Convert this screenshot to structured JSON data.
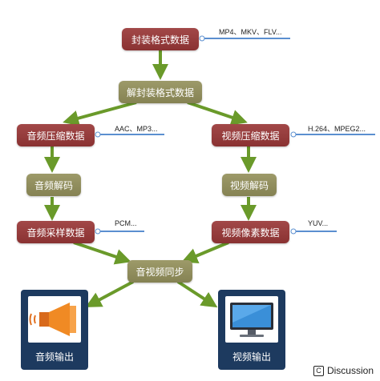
{
  "nodes": {
    "container": "封装格式数据",
    "demux": "解封装格式数据",
    "audio_compressed": "音频压缩数据",
    "video_compressed": "视频压缩数据",
    "audio_decode": "音频解码",
    "video_decode": "视频解码",
    "audio_sample": "音频采样数据",
    "video_pixel": "视频像素数据",
    "av_sync": "音视频同步",
    "audio_out": "音频输出",
    "video_out": "视频输出"
  },
  "annotations": {
    "container": "MP4、MKV、FLV...",
    "audio_compressed": "AAC、MP3...",
    "video_compressed": "H.264、MPEG2...",
    "audio_sample": "PCM...",
    "video_pixel": "YUV..."
  },
  "watermark": "Discussion",
  "colors": {
    "node_red": "#8f3535",
    "node_olive": "#8b8858",
    "arrow": "#6a9a2a",
    "annotation_line": "#5b8fd0",
    "output_bg": "#1d3a5f"
  }
}
